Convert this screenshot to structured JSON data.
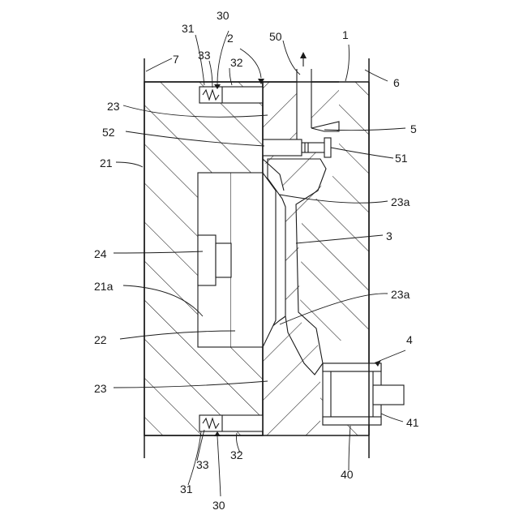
{
  "figure": {
    "labels": {
      "l1": "1",
      "l2": "2",
      "l3": "3",
      "l4": "4",
      "l5": "5",
      "l6": "6",
      "l7": "7",
      "l21": "21",
      "l21a": "21a",
      "l22": "22",
      "l23_top": "23",
      "l23_bottom": "23",
      "l23a_top": "23a",
      "l23a_bottom": "23a",
      "l24": "24",
      "l30_top": "30",
      "l30_bottom": "30",
      "l31_top": "31",
      "l31_bottom": "31",
      "l32_top": "32",
      "l32_bottom": "32",
      "l33_top": "33",
      "l33_bottom": "33",
      "l40": "40",
      "l41": "41",
      "l50": "50",
      "l51": "51",
      "l52": "52"
    }
  }
}
